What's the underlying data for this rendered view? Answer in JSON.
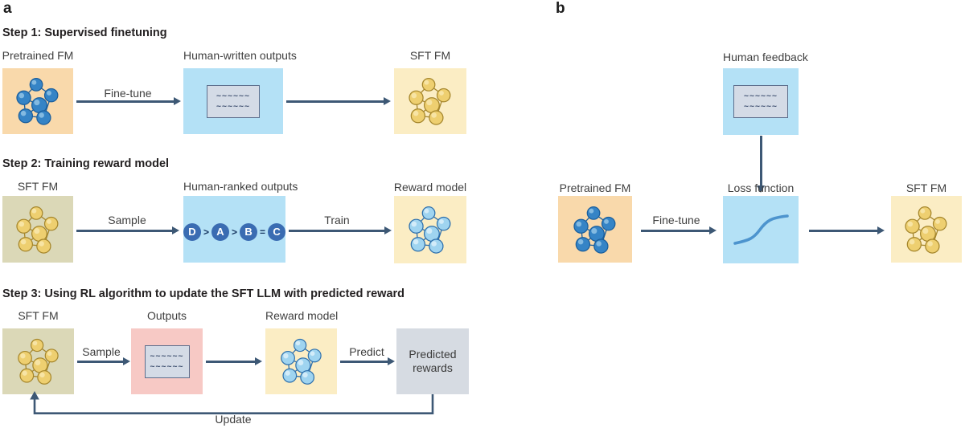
{
  "panel_a": {
    "label": "a",
    "step1": {
      "title": "Step 1: Supervised finetuning",
      "pretrained_fm": "Pretrained FM",
      "fine_tune": "Fine-tune",
      "human_written_outputs": "Human-written outputs",
      "sft_fm": "SFT FM"
    },
    "step2": {
      "title": "Step 2: Training reward model",
      "sft_fm": "SFT FM",
      "sample": "Sample",
      "human_ranked_outputs": "Human-ranked outputs",
      "rank": [
        "D",
        ">",
        "A",
        ">",
        "B",
        "=",
        "C"
      ],
      "train": "Train",
      "reward_model": "Reward model"
    },
    "step3": {
      "title": "Step 3: Using RL algorithm to update the SFT LLM with predicted reward",
      "sft_fm": "SFT FM",
      "sample": "Sample",
      "outputs": "Outputs",
      "reward_model": "Reward model",
      "predict": "Predict",
      "predicted_rewards": "Predicted rewards",
      "update": "Update"
    }
  },
  "panel_b": {
    "label": "b",
    "human_feedback": "Human feedback",
    "pretrained_fm": "Pretrained FM",
    "fine_tune": "Fine-tune",
    "loss_function": "Loss function",
    "sft_fm": "SFT FM"
  },
  "doc": {
    "squiggle": "~~~~~~"
  },
  "colors": {
    "pretrained_box": "#F9D9AB",
    "outputs_blue_box": "#B4E1F6",
    "sft_yellow_box": "#FBEDC4",
    "sft_olive_box": "#DBD8B7",
    "outputs_pink_box": "#F7C9C5",
    "predicted_gray_box": "#D6DBE2",
    "arrow": "#3D5875",
    "network_blue_node": "#3584C6",
    "network_lightblue_node": "#9FD4F0",
    "network_yellow_node": "#EECF70",
    "rank_circle": "#3A6CB2",
    "document_fill": "#D4DBE6",
    "loss_curve": "#4D94CE"
  }
}
